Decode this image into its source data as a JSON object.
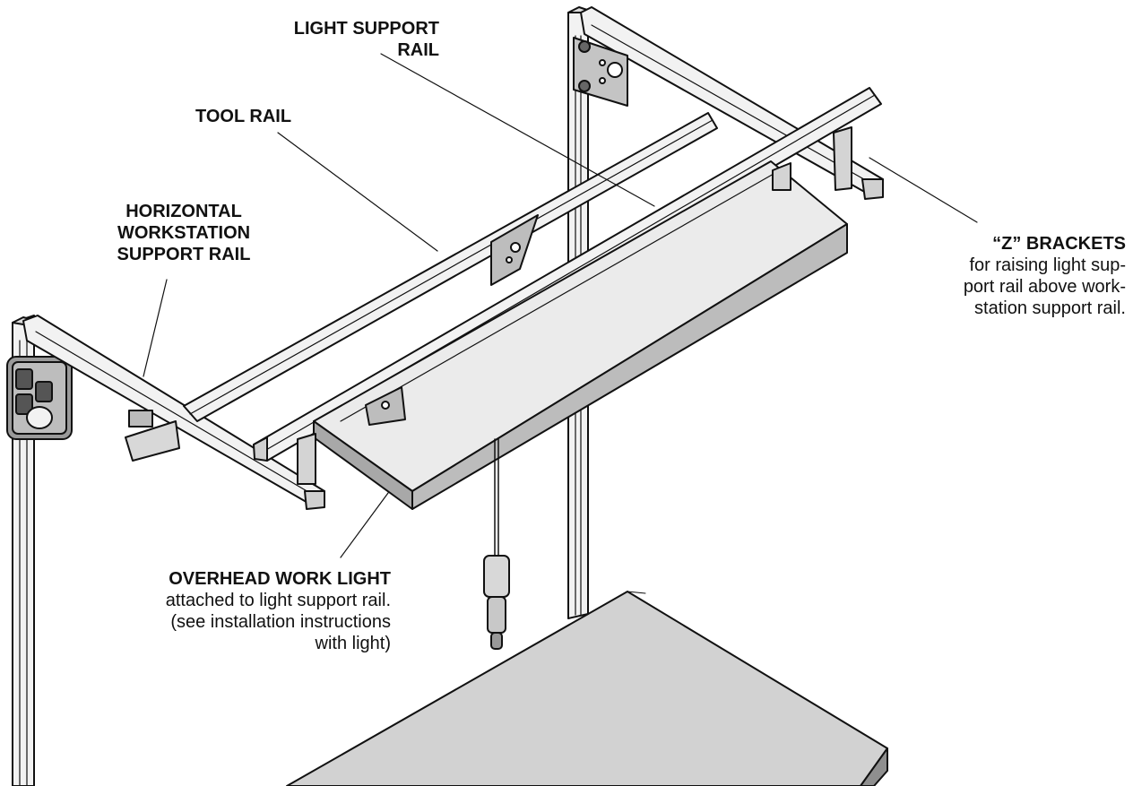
{
  "labels": {
    "light_support_rail": [
      "LIGHT SUPPORT",
      "RAIL"
    ],
    "tool_rail": "TOOL RAIL",
    "horizontal_rail": [
      "HORIZONTAL",
      "WORKSTATION",
      "SUPPORT RAIL"
    ],
    "z_brackets": {
      "title": "“Z” BRACKETS",
      "lines": [
        "for raising light sup-",
        "port rail above work-",
        "station support rail."
      ]
    },
    "overhead_light": {
      "title": "OVERHEAD WORK LIGHT",
      "lines": [
        "attached to light support rail.",
        "(see installation instructions",
        "with light)"
      ]
    }
  },
  "colors": {
    "ink": "#111111",
    "rail_fill": "#f2f2f2",
    "rail_shade": "#c9c9c9",
    "table_fill": "#cfcfcf",
    "light_face": "#e9e9e9",
    "light_side": "#bcbcbc",
    "outlet_box": "#9a9a9a"
  }
}
